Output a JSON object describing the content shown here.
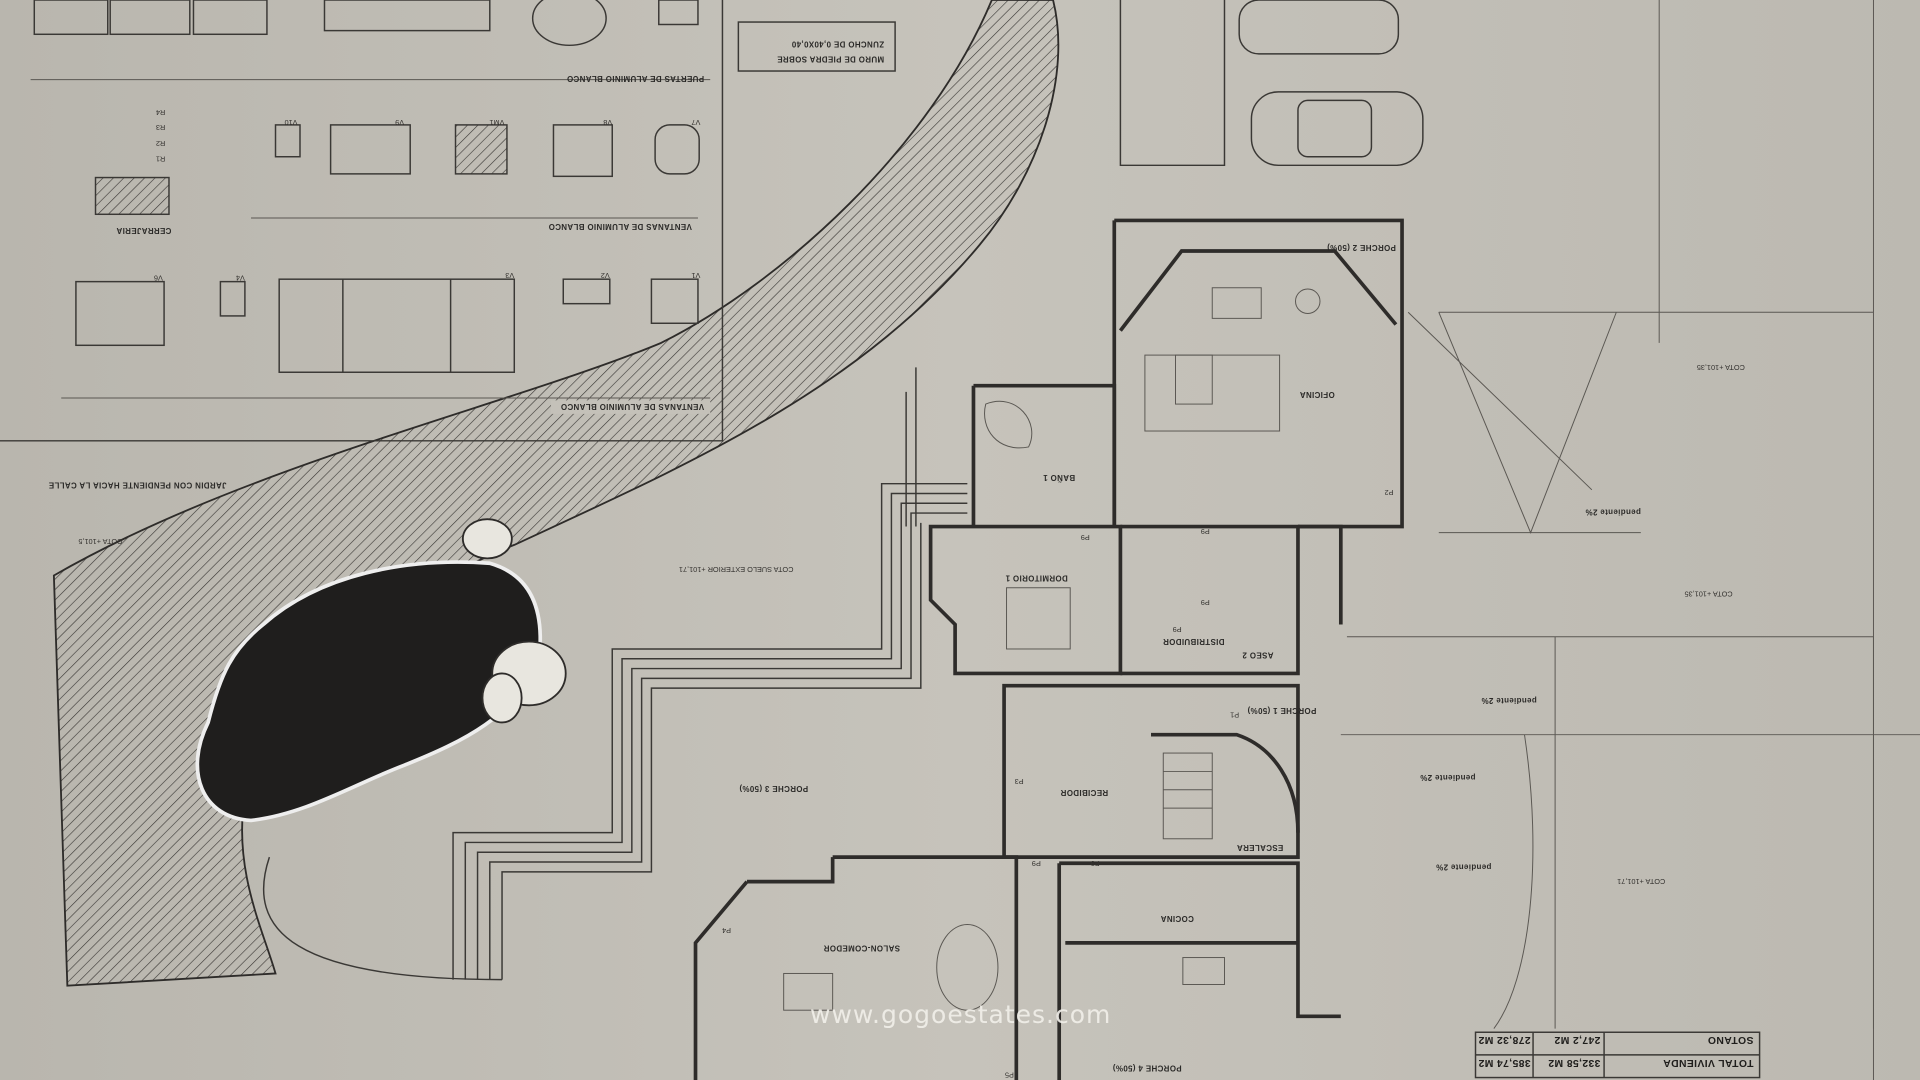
{
  "legend_sections": {
    "doors": "PUERTAS DE ALUMINIO BLANCO",
    "windows_top": "VENTANAS DE ALUMINIO BLANCO",
    "windows_bottom": "VENTANAS DE ALUMINIO BLANCO",
    "grille": "CERRAJERIA"
  },
  "window_codes": [
    "V10",
    "V9",
    "VM1",
    "V8",
    "V7",
    "V6",
    "V4",
    "V3",
    "V2",
    "V1",
    "R1",
    "R2",
    "R3",
    "R4"
  ],
  "notes": {
    "wall_line1": "MURO DE PIEDRA SOBRE",
    "wall_line2": "ZUNCHO DE 0,40X0,40",
    "garden": "JARDIN CON PENDIENTE HACIA LA CALLE",
    "exterior_level": "COTA SUELO EXTERIOR +101,71",
    "level_right1": "COTA +101,35",
    "level_right2": "COTA +101,35",
    "level_right3": "COTA +101,71",
    "level_left": "COTA +101,5"
  },
  "rooms": {
    "office": "OFICINA",
    "bedroom": "DORMITORIO 1",
    "bath1": "BAÑO 1",
    "hall": "DISTRIBUIDOR",
    "toilet2": "ASEO 2",
    "entrance": "RECIBIDOR",
    "kitchen": "COCINA",
    "living": "SALON-COMEDOR",
    "porch1": "PORCHE 1 (50%)",
    "porch2": "PORCHE 2 (50%)",
    "porch3": "PORCHE 3 (50%)",
    "porch4": "PORCHE 4 (50%)",
    "stairs": "ESCALERA"
  },
  "slopes": [
    "pendiente 2%",
    "pendiente 2%",
    "pendiente 2%",
    "pendiente 2%"
  ],
  "doors": [
    "P1",
    "P2",
    "P3",
    "P4",
    "P5",
    "P9",
    "P9",
    "P9",
    "P9",
    "P9",
    "P9"
  ],
  "area_table": {
    "rows": [
      {
        "label": "SOTANO",
        "built": "247,2 M2",
        "total": "278,32 M2"
      },
      {
        "label": "TOTAL VIVIENDA",
        "built": "332,58 M2",
        "total": "385,74 M2"
      }
    ]
  },
  "watermark": "www.gogoestates.com",
  "colors": {
    "paper": "#c2bfb7",
    "ink": "#2e2c2a",
    "pool": "#1f1e1d"
  }
}
